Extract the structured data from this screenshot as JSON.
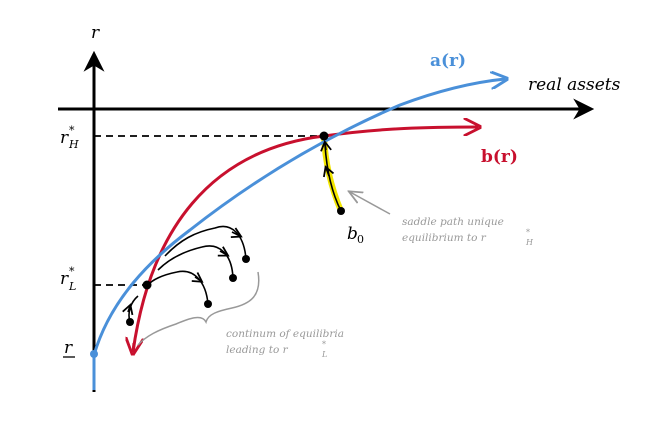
{
  "labels": {
    "y_axis": "r",
    "x_axis": "real assets",
    "curve_a": "a(r)",
    "curve_b": "b(r)",
    "r_high": "r",
    "r_high_sup": "*",
    "r_high_sub": "H",
    "r_low": "r",
    "r_low_sup": "*",
    "r_low_sub": "L",
    "r_min": "r",
    "b0": "b",
    "b0_sub": "0"
  },
  "annotations": {
    "saddle_line1": "saddle path unique",
    "saddle_line2": "equilibrium to r",
    "saddle_sup": "*",
    "saddle_sub": "H",
    "continuum_line1": "continum of equilibria",
    "continuum_line2": "leading to r",
    "continuum_sup": "*",
    "continuum_sub": "L"
  },
  "colors": {
    "axis": "#000000",
    "curve_a": "#4a90d9",
    "curve_b": "#c8102e",
    "saddle_highlight": "#f2e600",
    "annotation": "#999999",
    "dashed": "#000000"
  }
}
